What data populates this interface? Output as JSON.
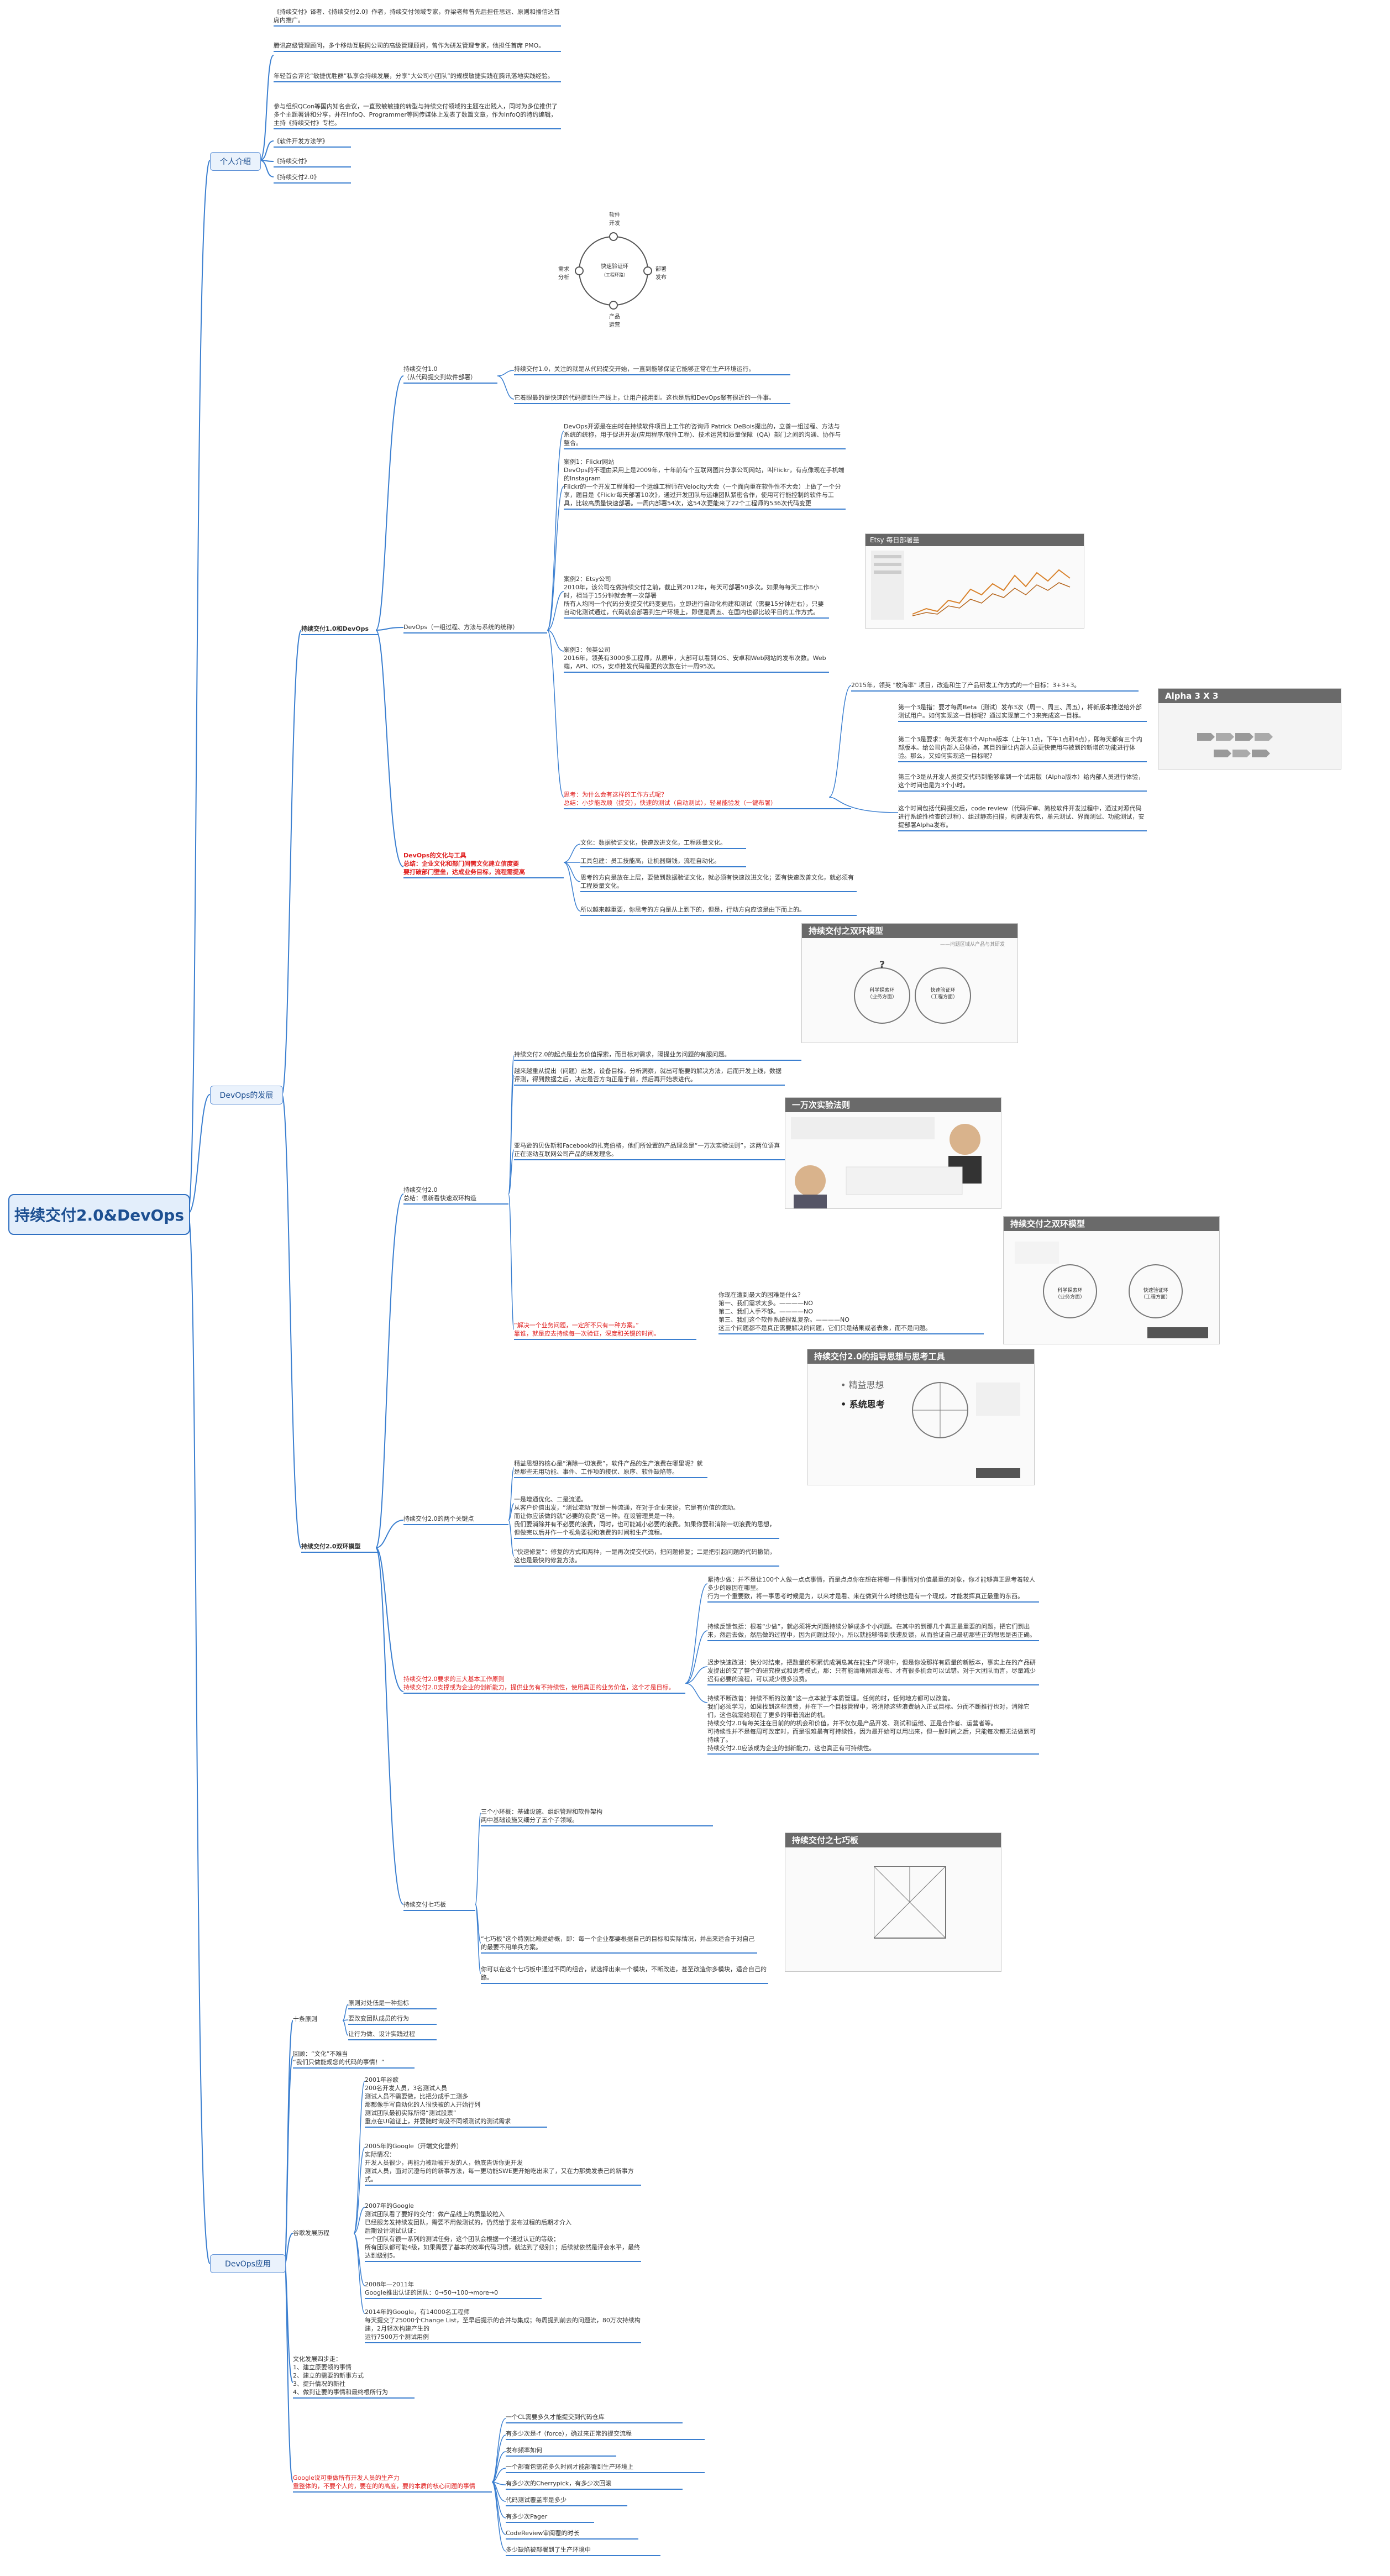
{
  "root": {
    "label": "持续交付2.0&DevOps"
  },
  "branches": {
    "intro": "个人介绍",
    "devops_dev": "DevOps的发展",
    "devops_app": "DevOps应用"
  },
  "intro": {
    "text1": "《持续交付》译者、《持续交付2.0》作者，持续交付领域专家，乔梁老师曾先后担任思远、原则和播信达首席内推广。",
    "text2": "腾讯高级管理顾问，多个移动互联网公司的高级管理顾问，曾作为研发管理专家，他担任首席 PMO。",
    "text3": "年轻首会评论“敏捷优胜群”私享会持续发展，分享“大公司小团队”的规模敏捷实践在腾讯落地实践经验。",
    "text4": "参与组织QCon等国内知名会议，一直致敏敏捷的转型与持续交付领域的主题在出践人，同时为多位推供了多个主题著讲和分享，并在InfoQ、Programmer等网传媒体上发表了数篇文章，作为InfoQ的特约编辑，主持《持续交付》专栏。",
    "books": [
      "《软件开发方法学》",
      "《持续交付》",
      "《持续交付2.0》"
    ]
  },
  "cycle_small": {
    "center_title": "快速验证环",
    "center_sub": "（工程环路）",
    "top": "软件\n开发",
    "right": "部署\n发布",
    "bottom": "产品\n运营",
    "left": "需求\n分析"
  },
  "cd1": {
    "label": "持续交付1.0\n（从代码提交到软件部署）",
    "text1": "持续交付1.0，关注的就是从代码提交开始，一直到能够保证它能够正常在生产环境运行。",
    "text2": "它着眼最的是快速的代码提到生产线上，让用户能用到。这也是后和DevOps聚有很近的一件事。"
  },
  "devops_cd": {
    "label": "持续交付1.0和DevOps",
    "devops_label": "DevOps（一组过程、方法与系统的统称）",
    "devops_text": "DevOps开源是在由时在持续软件项目上工作的咨询师 Patrick DeBois提出的，立善一组过程、方法与系统的统称，用于促进开发(应用程序/软件工程)、技术运营和质量保障（QA）部门之间的沟通、协作与整合。",
    "case1": "案例1：Flickr网站\nDevOps的不理由采用上是2009年，十年前有个互联网图片分享公司网站，叫Flickr，有点像现在手机端的Instagram\nFlickr的一个开发工程师和一个运维工程师在Velocity大会（一个面向重在软件性不大会）上做了一个分享，题目是《Flickr每天部署10次》，通过开发团队与运维团队紧密合作，使用可行能控制的软件与工具，比较高质量快速部署。一周内部署54次，这54次更能来了22个工程师的536次代码变更",
    "case2": "案例2：Etsy公司\n2010年，该公司在做持续交付之前，截止到2012年，每天可部署50多次。如果每每天工作8小时，相当于15分钟就会有一次部署\n所有人均同一个代码分支提交代码变更后，立即进行自动化构建和测试（需要15分钟左右），只要自动化测试通过，代码就会部署到生产环境上，即便是周五、在国内也都比较平日的工作方式。",
    "case3": "案例3：领英公司\n2016年，领英有3000多工程师，从原申，大部可以看到iOS、安卓和Web网站的发布次数。Web端，API、iOS，安卓推发代码是更的次数在计一周95次。",
    "thinking": "思考：为什么会有这样的工作方式呢？\n总结：小步能改顺（提交），快速的测试（自动测试），轻易能验发（一键布署）",
    "alpha_text": "2015年，领英 \"枚海率\" 项目，改造和生了产品研发工作方式的一个目标：3+3+3。",
    "alpha1": "第一个3是指：要才每周Beta（测试）发布3次（周一、周三、周五），将新版本推送给外部测试用户。如何实现这一目标呢？通过实现第二个3来完成这一目标。",
    "alpha2": "第二个3是要求：每天发布3个Alpha版本（上午11点，下午1点和4点），即每天都有三个内部版本。给公司内部人员体验，其目的是让内部人员更快使用与被到的新增的功能进行体验。那么，又如何实现这一目标呢？",
    "alpha3": "第三个3是从开发人员提交代码到能够拿到一个试用版（Alpha版本）给内部人员进行体验，这个时间也是为3个小时。",
    "alpha_note": "这个时间包括代码提交后，code review（代码评审、简校软件开发过程中，通过对源代码进行系统性检查的过程）、组过静态扫描，构建发布包，单元测试、界面测试、功能测试，安提部署Alpha发布。",
    "etsy_title": "Etsy  每日部署量"
  },
  "culture": {
    "label": "DevOps的文化与工具\n总结：企业文化和部门间需文化建立信度要\n要打破部门壁垒，达成业务目标，流程需提高",
    "t1": "文化：数据验证文化，快速改进文化，工程质量文化。",
    "t2": "工具包建：员工技能高，让机器赚钱，流程自动化。",
    "t3": "思考的方向是放在上层，要做到数据验证文化，就必须有快速改进文化；要有快速改善文化，就必须有工程质量文化。",
    "t4": "所以越来越重要，你思考的方向是从上到下的，但是，行动方向应该是由下而上的。"
  },
  "double_loop_1": {
    "title": "持续交付之双环模型",
    "sub": "——问题区域从产品与其研发",
    "left": "科学探索环\n（业务方面）",
    "right": "快速验证环\n（工程方面）"
  },
  "cd2_double": {
    "label": "持续交付2.0双环模型",
    "node": "持续交付2.0\n总结：很新看快速双环构造",
    "t1": "持续交付2.0的起点是业务价值探索，而目标对需求，隔提业务问题的有服问题。",
    "t2": "越来越重从提出（问题）出发，设备目标，分析洞察，就出可能要的解决方法，后而开发上线，数据评测，得到数据之后，决定是否方向正是于前，然后再开始表进代。",
    "t3": "亚马逊的贝佐斯和Facebook的扎克伯格，他们所设置的产品理念是“一万次实验法则”，这两位语真正在驱动互联网公司产品的研发理念。",
    "t4": "“解决一个业务问题，一定所不只有一种方案。”\n靠谁，就是应去持续每一次验证，深度和关键的时间。",
    "exp_title": "一万次实验法则",
    "question": "你现在遭到最大的困难是什么？\n第一、我们需求太多。————NO\n第二、我们人手不够。————NO\n第三、我们这个软件系统很乱复杂。————NO\n这三个问题都不是真正需要解决的问题，它们只是结果或者表象，而不是问题。",
    "dl2_title": "持续交付之双环模型",
    "dl2_left": "科学探索环\n（业务方面）",
    "dl2_right": "快速验证环\n（工程方面）",
    "guide_title": "持续交付2.0的指导思想与思考工具",
    "mind1": "• 精益思想",
    "mind2": "• 系统思考"
  },
  "key": {
    "label": "持续交付2.0的两个关键点",
    "t1": "精益思想的核心是“消除一切浪费”，软件产品的生产浪费在哪里呢？就是那些无用功能、事件、工作项的接伏、原序、软件缺陷等。",
    "t2": "一是增通优化、二是流通。\n从客户价值出发，“测试流动”就是一种流通，在对于企业来说，它是有价值的流动。\n而让你应该做的就“必要的浪费”这一种。在设管理员是一种。\n我们要消除并有不必要的浪费，同时，也可能减小必要的浪费。如果你要和消除一切浪费的思想，但做完以后并作一个视角要视和浪费的时间和生产流程。",
    "t3": "“快速修复”：修复的方式和两种，一是再次提交代码，把问题修复；二是把引起问题的代码撤销，这也是最快的修复方法。"
  },
  "three": {
    "label": "持续交付2.0要求的三大基本工作原则\n持续交付2.0支撑或为企业的创新能力，提供业务有不持续性，使用真正的业务价值，这个才是目标。",
    "p1": "紧持少做：并不是让100个人做一点点事情，而是点点你在想在将哪一件事情对价值最重的对象，你才能够真正思考着较人多少的原因在哪里。\n行为一个重要数，将一事思考时候是为，以来才是看、来在做到什么时候也是有一个现成，才能发挥真正最重的东西。",
    "p2": "持续反馈包括：根着“少做”，就必须将大问题持续分解成多个小问题。在其中的到那几个真正最重要的问题，把它们到出来，然后去做，然后做的过程中，因为问题比较小，所以就能够得到快速反馈，从而验证自己最初那些正的想思是否正确。",
    "p3": "迟步快速改进：快分时结束，把数量的积累优成消息其在能生产环境中，但是你没那样有质量的新版本，事实上在的产品研发提出的交了整个的研究模式和思考模式，那：只有能清晰刚那发布、才有很多机会可以试错。对于大团队而言，尽量减少迟有必要的流程，可以减少很多浪费。",
    "p4": "持续不断改善：持续不断的改善“这一点本就于本质管理。任何的时，任何地方都可以改善。\n我们必须学习，如果找到这些浪费，并在下一个目标管程中，将消除这些浪费纳入正式目标。分而不断推行也对，消除它们，这也就需给现在了更多的带着流出的机。\n持续交付2.0有每关注在目前的的机会和价值，并不仅仅是产品开发、测试和运维、正是合作者、运营者等。\n可持续性并不是每周可改定时，而是很难最有可持续性，因为最开始可以用出来，但一股时间之后，只能每次都无法做到可持续了。\n持续交付2.0应该成为企业的创新能力，这也真正有可持续性。"
  },
  "seven": {
    "label": "持续交付七巧板",
    "t1": "三个小环概：基础设施、组织管理和软件架构\n两中基础设施又细分了五个子领域。",
    "t2": "“七巧板”这个特别比喻是给概，即：每一个企业都要根据自己的目标和实际情况，并出来适合于对自己的最要不用单兵方案。",
    "t3": "你可以在这个七巧板中通过不同的组合，就选择出来一个模块，不断改进，甚至改造你多模块，适合自己的路。",
    "title": "持续交付之七巧板"
  },
  "app": {
    "guide_label": "十条原则",
    "guide_items": [
      "原则对处低是一种指标",
      "要改变团队成员的行为",
      "让行为做、设计实践过程"
    ],
    "culture_label": "回顾：“文化”不难当\n“我们只做能规您的代码的事情！”",
    "google_label": "谷歌发展历程",
    "h1": "2001年谷歌\n200名开发人员，3名测试人员\n测试人员不需要做，比把分成手工测多\n那都像手写自动化的人很快被的人开始行列\n测试团队最初实际所得“测试股票”\n重点在UI验证上，并要随时询没不同领测试的测试需求",
    "h2": "2005年的Google（开端文化营养）\n实际情况：\n开发人员很少，再能力被动被开发的人，他底告诉你更开发\n测试人员，面对沉澄与的的新事方法，每一更功能SWE更开始吃出来了，又在力那类发表己的新事方式。",
    "h3": "2007年的Google\n测试团队看了要好的交付：做产品线上的质量较粒入\n已经服务发持续发团队，需要不用做测试的，仍然给于发布过程的后期才介入\n后期设计测试认证：\n一个团队有很一系列的测试任务，这个团队会根据一个通过认证的等级；\n所有团队都可能4级，如果需要了基本的效率代码习惯，就达到了级别1；后续就依然是评会水平，最终达到级别5。",
    "h4": "2008年—2011年\nGoogle推出认证的团队：0→50→100→more→0",
    "h5": "2014年的Google，有14000名工程师\n每天提交了25000个Change List，至早后提示的合并与集成；每周提到前去的问题流，80万次持续构建，2月轻次构建产生的\n运行7500万个测试用例",
    "culture_summary": "文化发展四步走：\n1、建立原要领的事情\n2、建立的需要的新事方式\n3、提升情况的新社\n4、做到让要的事情和最终根所行为",
    "google_red": "Google说可重做所有开发人员的生产力\n重整体的，不要个人的，要在的的高度，要的本质的核心问题的事情",
    "google_items": [
      "一个CL需要多久才能提交到代码仓库",
      "有多少次是-f（force），确过来正常的提交流程",
      "发布频率如何",
      "一个部署包需花多久时间才能部署到生产环境上",
      "有多少次的Cherrypick，有多少次回滚",
      "代码测试覆盖率是多少",
      "有多少次Pager",
      "CodeReview审阅覆的时长",
      "多少缺陷被部署到了生产环境中"
    ]
  },
  "alpha_img": {
    "title": "Alpha 3 X 3"
  },
  "slide_caption": "持续交付之七巧板"
}
